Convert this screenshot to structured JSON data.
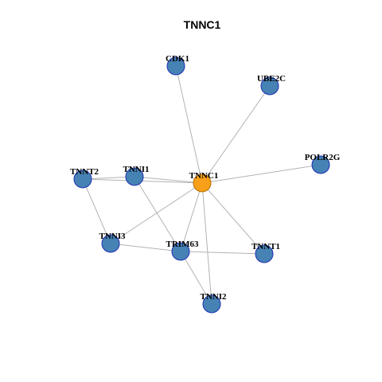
{
  "title": "TNNC1",
  "colors": {
    "hub_fill": "#F7A11A",
    "hub_stroke": "#B36B00",
    "node_fill": "#4682B4",
    "node_stroke": "#1E2FB4",
    "edge": "#B3B3B3"
  },
  "nodes": [
    {
      "id": "TNNC1",
      "label": "TNNC1",
      "hub": true
    },
    {
      "id": "CDK1",
      "label": "CDK1",
      "hub": false
    },
    {
      "id": "UBE2C",
      "label": "UBE2C",
      "hub": false
    },
    {
      "id": "POLR2G",
      "label": "POLR2G",
      "hub": false
    },
    {
      "id": "TNNT2",
      "label": "TNNT2",
      "hub": false
    },
    {
      "id": "TNNI1",
      "label": "TNNI1",
      "hub": false
    },
    {
      "id": "TNNI3",
      "label": "TNNI3",
      "hub": false
    },
    {
      "id": "TRIM63",
      "label": "TRIM63",
      "hub": false
    },
    {
      "id": "TNNT1",
      "label": "TNNT1",
      "hub": false
    },
    {
      "id": "TNNI2",
      "label": "TNNI2",
      "hub": false
    }
  ],
  "edges": [
    [
      "TNNC1",
      "CDK1"
    ],
    [
      "TNNC1",
      "UBE2C"
    ],
    [
      "TNNC1",
      "POLR2G"
    ],
    [
      "TNNC1",
      "TNNI1"
    ],
    [
      "TNNC1",
      "TNNT2"
    ],
    [
      "TNNC1",
      "TNNI3"
    ],
    [
      "TNNC1",
      "TRIM63"
    ],
    [
      "TNNC1",
      "TNNT1"
    ],
    [
      "TNNC1",
      "TNNI2"
    ],
    [
      "TNNT2",
      "TNNI1"
    ],
    [
      "TNNT2",
      "TNNI3"
    ],
    [
      "TNNI1",
      "TRIM63"
    ],
    [
      "TNNI3",
      "TRIM63"
    ],
    [
      "TRIM63",
      "TNNT1"
    ],
    [
      "TRIM63",
      "TNNI2"
    ]
  ]
}
